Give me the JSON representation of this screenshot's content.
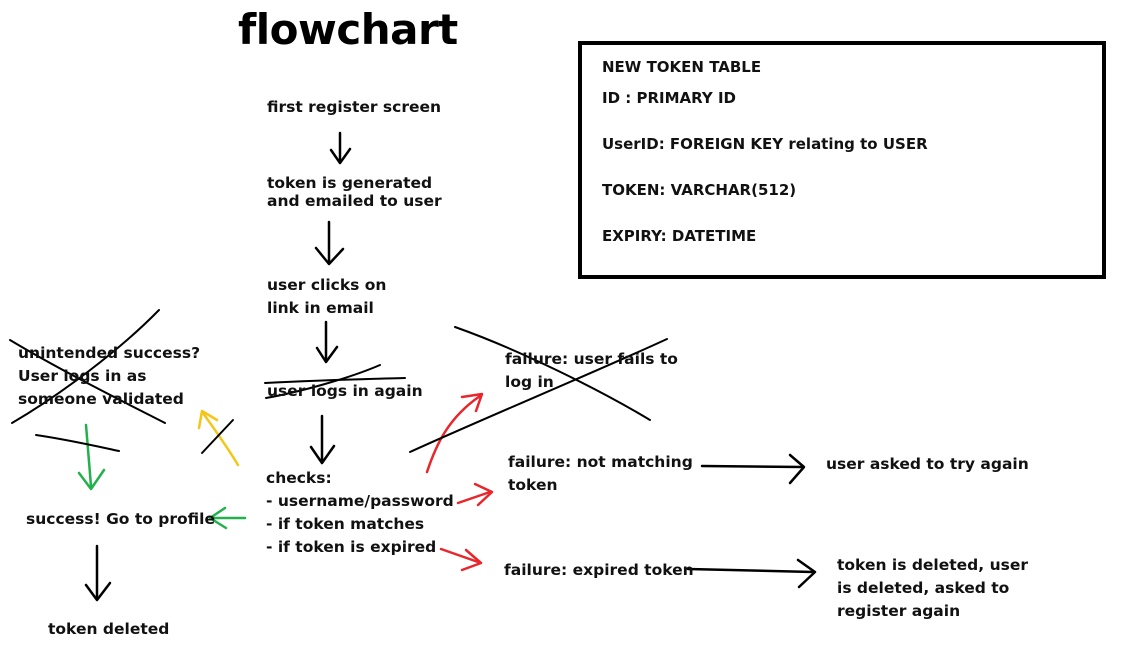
{
  "title": "flowchart",
  "token_table": {
    "heading": "NEW TOKEN TABLE",
    "fields": [
      "ID : PRIMARY ID",
      "UserID: FOREIGN KEY relating to USER",
      "TOKEN: VARCHAR(512)",
      "EXPIRY: DATETIME"
    ]
  },
  "steps": {
    "first_register": "first register screen",
    "token_generated": "token is generated\nand emailed to user",
    "user_clicks": "user clicks on\nlink in email",
    "user_logs_in": "user logs in again",
    "checks": "checks:\n- username/password\n- if token matches\n- if token is expired",
    "unintended_success": "unintended success?\nUser logs in as\nsomeone validated",
    "success": "success! Go to profile",
    "token_deleted": "token deleted",
    "failure_login": "failure: user fails to\nlog in",
    "failure_not_matching": "failure: not matching\ntoken",
    "user_try_again": "user asked to try again",
    "failure_expired": "failure: expired token",
    "token_user_deleted": "token is deleted, user\nis deleted, asked to\nregister again"
  },
  "colors": {
    "arrow": "#000000",
    "failure_arrow": "#e8262b",
    "success_arrow": "#22b14c",
    "unintended_arrow": "#f5c518",
    "strike": "#000000"
  }
}
